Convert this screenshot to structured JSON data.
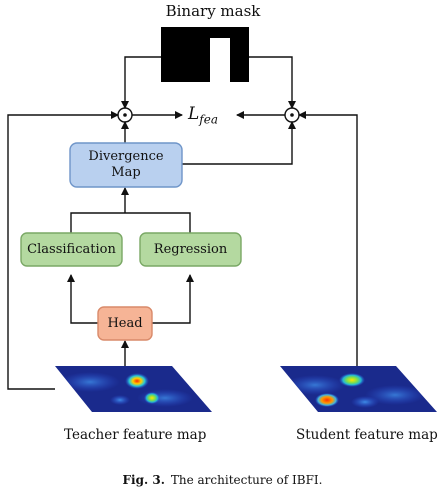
{
  "binary_mask": {
    "title": "Binary mask"
  },
  "loss": {
    "main": "L",
    "subscript": "fea"
  },
  "nodes": {
    "divergence": "Divergence\nMap",
    "classification": "Classification",
    "regression": "Regression",
    "head": "Head"
  },
  "feature_maps": {
    "teacher": "Teacher feature map",
    "student": "Student feature map"
  },
  "caption": {
    "prefix": "Fig. 3.",
    "text": "The architecture of IBFI."
  },
  "colors": {
    "divergence_fill": "#b9d0ef",
    "divergence_stroke": "#6f95c9",
    "branch_fill": "#b4d9a0",
    "branch_stroke": "#7aa865",
    "head_fill": "#f6b496",
    "head_stroke": "#d98a6a",
    "mask_black": "#000000",
    "mask_white": "#ffffff",
    "heatmap_base": "#1a2a8c"
  }
}
